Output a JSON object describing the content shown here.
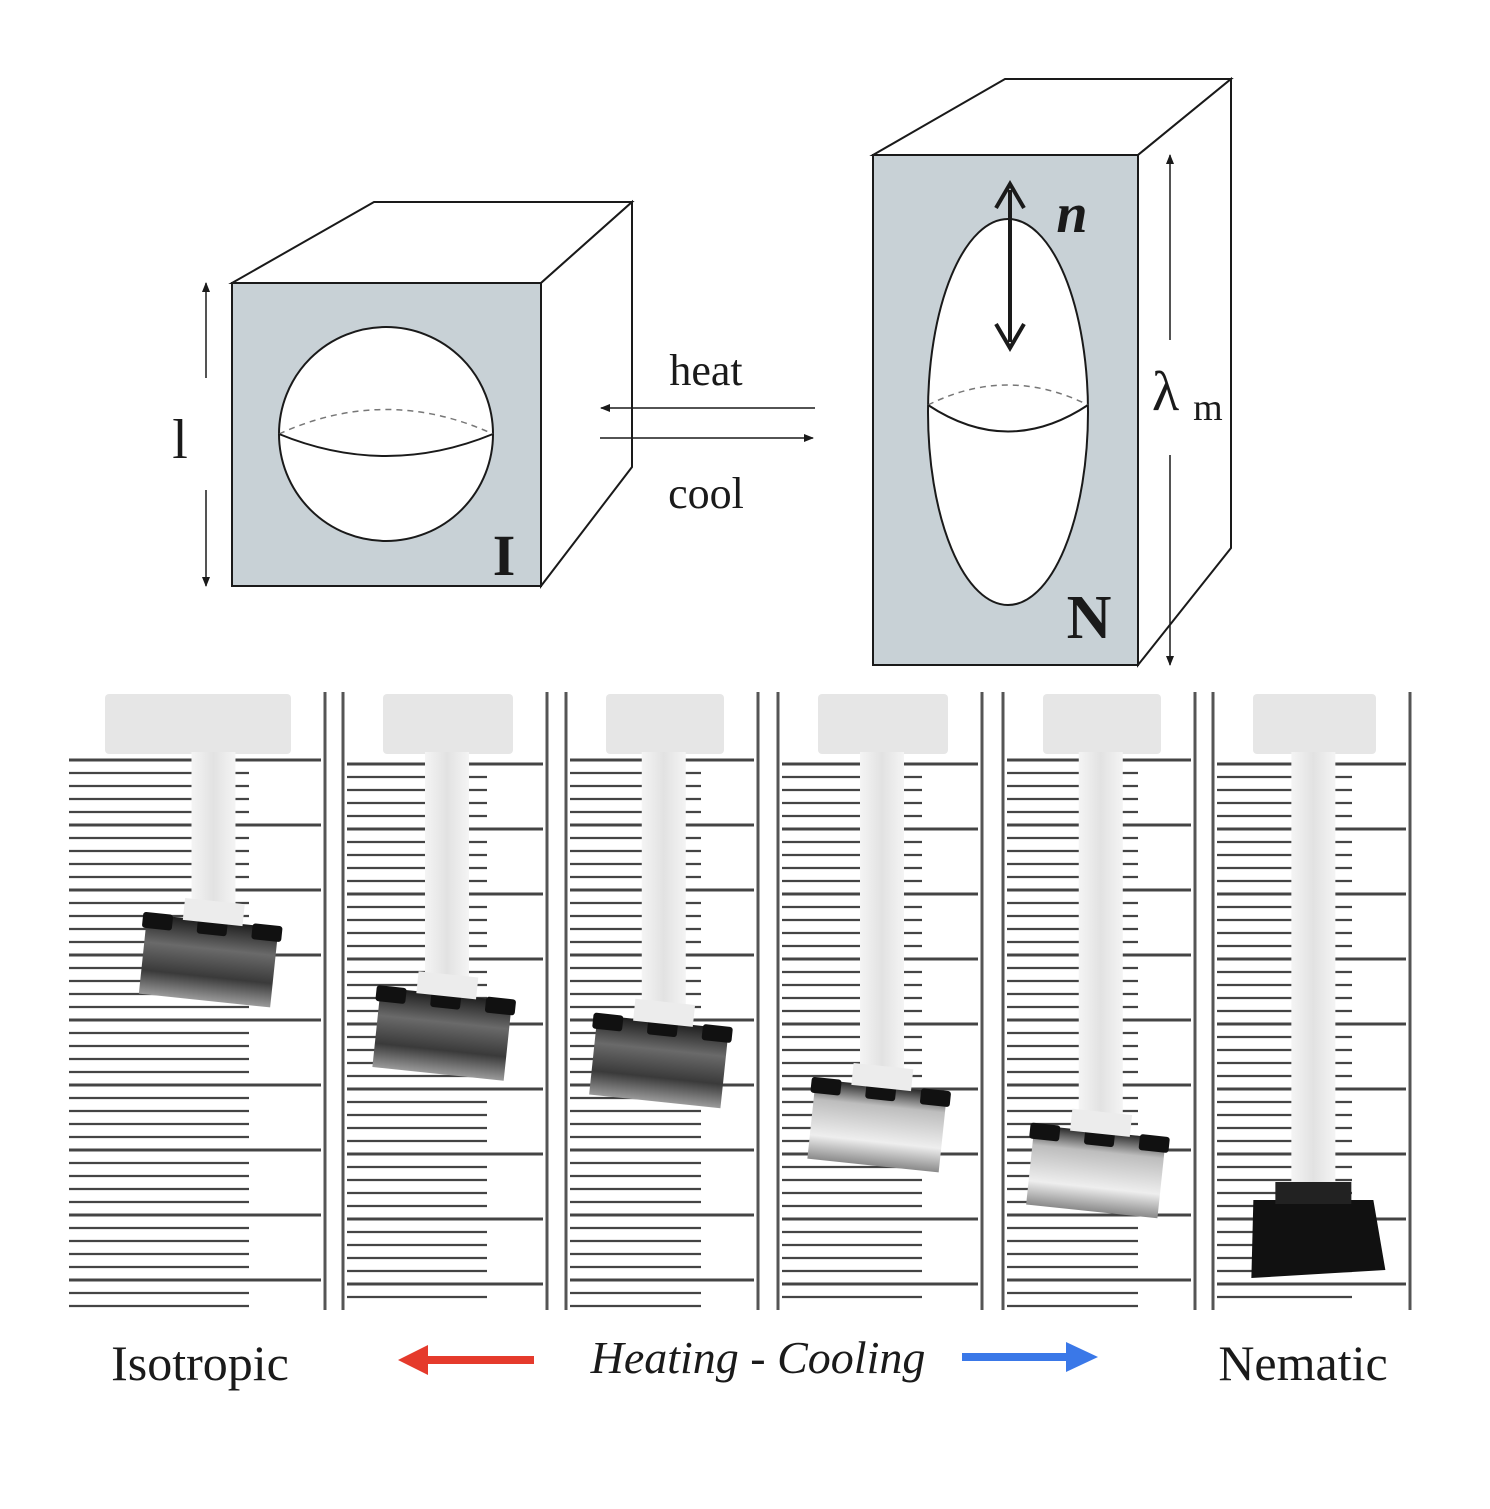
{
  "isotropic_box": {
    "dimension_label": "l",
    "phase_label": "I"
  },
  "nematic_box": {
    "director_label": "n",
    "dimension_label": "λ",
    "dimension_subscript": "m",
    "phase_label": "N"
  },
  "transition": {
    "heat_label": "heat",
    "cool_label": "cool"
  },
  "photos": {
    "panel_count": 6,
    "weight_drop_fraction": [
      0.0,
      0.16,
      0.22,
      0.36,
      0.46,
      0.6
    ],
    "last_panel_dark": true
  },
  "caption": {
    "left_label": "Isotropic",
    "center_label": "Heating - Cooling",
    "right_label": "Nematic",
    "heating_arrow_color": "#e53a2c",
    "cooling_arrow_color": "#3a78e8"
  },
  "colors": {
    "box_face": "#c8d1d6",
    "outline": "#1a1a1a"
  }
}
